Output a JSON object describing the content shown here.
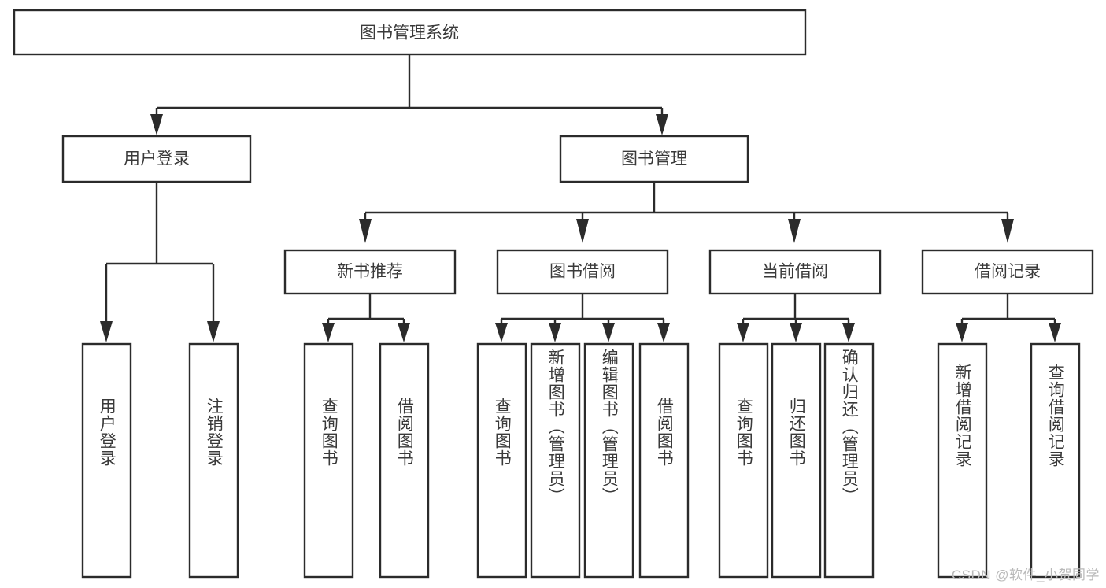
{
  "diagram": {
    "title": "图书管理系统",
    "type": "tree-hierarchy-diagram",
    "watermark": "CSDN @软件_小贺同学",
    "colors": {
      "background": "#ffffff",
      "box_stroke": "#2b2b2b",
      "box_fill": "#ffffff",
      "text": "#3a3a3a",
      "watermark": "#b9b9b9"
    },
    "levels": {
      "root": {
        "label": "图书管理系统"
      },
      "level2": [
        {
          "label": "用户登录"
        },
        {
          "label": "图书管理"
        }
      ],
      "level3": [
        {
          "label": "新书推荐"
        },
        {
          "label": "图书借阅"
        },
        {
          "label": "当前借阅"
        },
        {
          "label": "借阅记录"
        }
      ],
      "leaves": {
        "user_login": [
          {
            "label": "用户登录"
          },
          {
            "label": "注销登录"
          }
        ],
        "new_book_recommend": [
          {
            "label": "查询图书"
          },
          {
            "label": "借阅图书"
          }
        ],
        "book_borrow": [
          {
            "label": "查询图书"
          },
          {
            "label": "新增图书（管理员）"
          },
          {
            "label": "编辑图书（管理员）"
          },
          {
            "label": "借阅图书"
          }
        ],
        "current_borrow": [
          {
            "label": "查询图书"
          },
          {
            "label": "归还图书"
          },
          {
            "label": "确认归还（管理员）"
          }
        ],
        "borrow_record": [
          {
            "label": "新增借阅记录"
          },
          {
            "label": "查询借阅记录"
          }
        ]
      }
    }
  }
}
